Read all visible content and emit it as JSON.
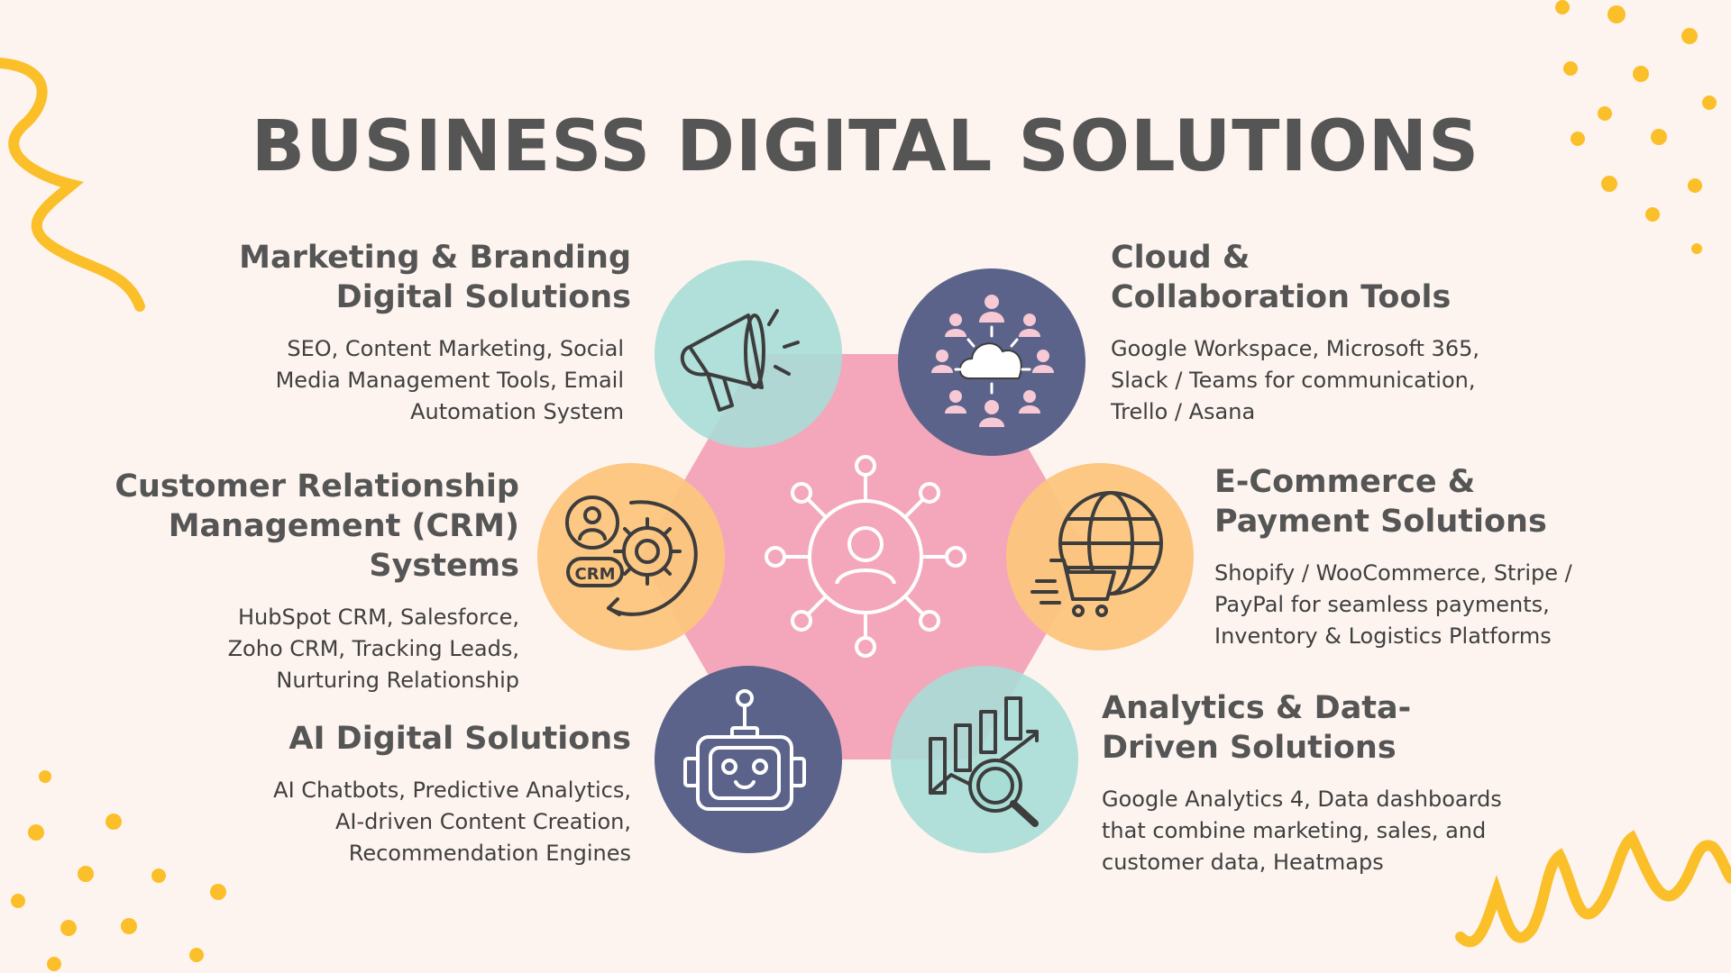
{
  "title": "BUSINESS DIGITAL SOLUTIONS",
  "colors": {
    "background": "#fdf4ef",
    "hexagon": "#f4a7bb",
    "teal": "#a8ddd6",
    "navy": "#5b638a",
    "orange": "#fcc57d",
    "accent_yellow": "#fbbf2a",
    "text": "#555555"
  },
  "center": {
    "icon": "network-user-icon"
  },
  "solutions": [
    {
      "id": "marketing",
      "title_lines": [
        "Marketing & Branding",
        "Digital Solutions"
      ],
      "desc_lines": [
        "SEO, Content Marketing, Social",
        "Media Management Tools, Email",
        "Automation System"
      ],
      "icon": "megaphone-icon"
    },
    {
      "id": "cloud",
      "title_lines": [
        "Cloud &",
        "Collaboration Tools"
      ],
      "desc_lines": [
        "Google Workspace, Microsoft 365,",
        "Slack / Teams for communication,",
        "Trello / Asana"
      ],
      "icon": "cloud-people-icon"
    },
    {
      "id": "crm",
      "title_lines": [
        "Customer Relationship",
        "Management (CRM)",
        "Systems"
      ],
      "desc_lines": [
        "HubSpot CRM, Salesforce,",
        "Zoho CRM, Tracking Leads,",
        "Nurturing Relationship"
      ],
      "icon": "crm-gear-icon",
      "icon_label": "CRM"
    },
    {
      "id": "ecommerce",
      "title_lines": [
        "E-Commerce &",
        "Payment Solutions"
      ],
      "desc_lines": [
        "Shopify / WooCommerce, Stripe /",
        "PayPal for seamless payments,",
        "Inventory & Logistics Platforms"
      ],
      "icon": "globe-cart-icon"
    },
    {
      "id": "ai",
      "title_lines": [
        "AI Digital Solutions"
      ],
      "desc_lines": [
        "AI Chatbots, Predictive Analytics,",
        "AI-driven Content Creation,",
        "Recommendation Engines"
      ],
      "icon": "robot-icon"
    },
    {
      "id": "analytics",
      "title_lines": [
        "Analytics & Data-",
        "Driven Solutions"
      ],
      "desc_lines": [
        "Google Analytics 4, Data dashboards",
        "that combine marketing, sales, and",
        "customer data, Heatmaps"
      ],
      "icon": "chart-magnifier-icon"
    }
  ]
}
